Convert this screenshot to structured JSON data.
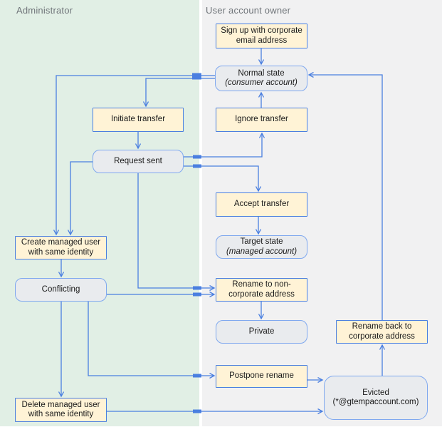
{
  "diagram": {
    "type": "swimlane-state-diagram",
    "lanes": {
      "left": {
        "title": "Administrator"
      },
      "right": {
        "title": "User account owner"
      }
    },
    "colors": {
      "lane_left_bg": "#e1efe5",
      "lane_right_bg": "#f1f1f2",
      "action_fill": "#fff3d6",
      "action_border": "#4a7fe0",
      "state_fill": "#e9ebee",
      "state_border": "#7fa8ef",
      "arrow": "#4a7fe0",
      "lane_title_text": "#70757a"
    },
    "nodes": {
      "sign_up": {
        "line1": "Sign up with corporate",
        "line2": "email address"
      },
      "normal_state": {
        "line1": "Normal state",
        "line2": "(consumer account)"
      },
      "initiate_transfer": {
        "line1": "Initiate transfer"
      },
      "ignore_transfer": {
        "line1": "Ignore transfer"
      },
      "request_sent": {
        "line1": "Request sent"
      },
      "accept_transfer": {
        "line1": "Accept transfer"
      },
      "target_state": {
        "line1": "Target state",
        "line2": "(managed account)"
      },
      "create_managed": {
        "line1": "Create managed user",
        "line2": "with same identity"
      },
      "conflicting": {
        "line1": "Conflicting"
      },
      "rename_non_corp": {
        "line1": "Rename to non-",
        "line2": "corporate address"
      },
      "private_state": {
        "line1": "Private"
      },
      "rename_back": {
        "line1": "Rename back to",
        "line2": "corporate address"
      },
      "postpone_rename": {
        "line1": "Postpone rename"
      },
      "evicted": {
        "line1": "Evicted",
        "line2": "(*@gtempaccount.com)"
      },
      "delete_managed": {
        "line1": "Delete managed user",
        "line2": "with same identity"
      }
    },
    "edges": [
      "sign_up -> normal_state",
      "normal_state -> initiate_transfer",
      "normal_state -> create_managed",
      "initiate_transfer -> request_sent",
      "request_sent -> ignore_transfer",
      "ignore_transfer -> normal_state",
      "request_sent -> accept_transfer",
      "accept_transfer -> target_state",
      "request_sent -> create_managed",
      "request_sent -> rename_non_corp",
      "create_managed -> conflicting",
      "conflicting -> rename_non_corp",
      "rename_non_corp -> private_state",
      "conflicting -> postpone_rename",
      "conflicting -> delete_managed",
      "postpone_rename -> evicted",
      "delete_managed -> evicted",
      "evicted -> rename_back",
      "rename_back -> normal_state"
    ]
  }
}
